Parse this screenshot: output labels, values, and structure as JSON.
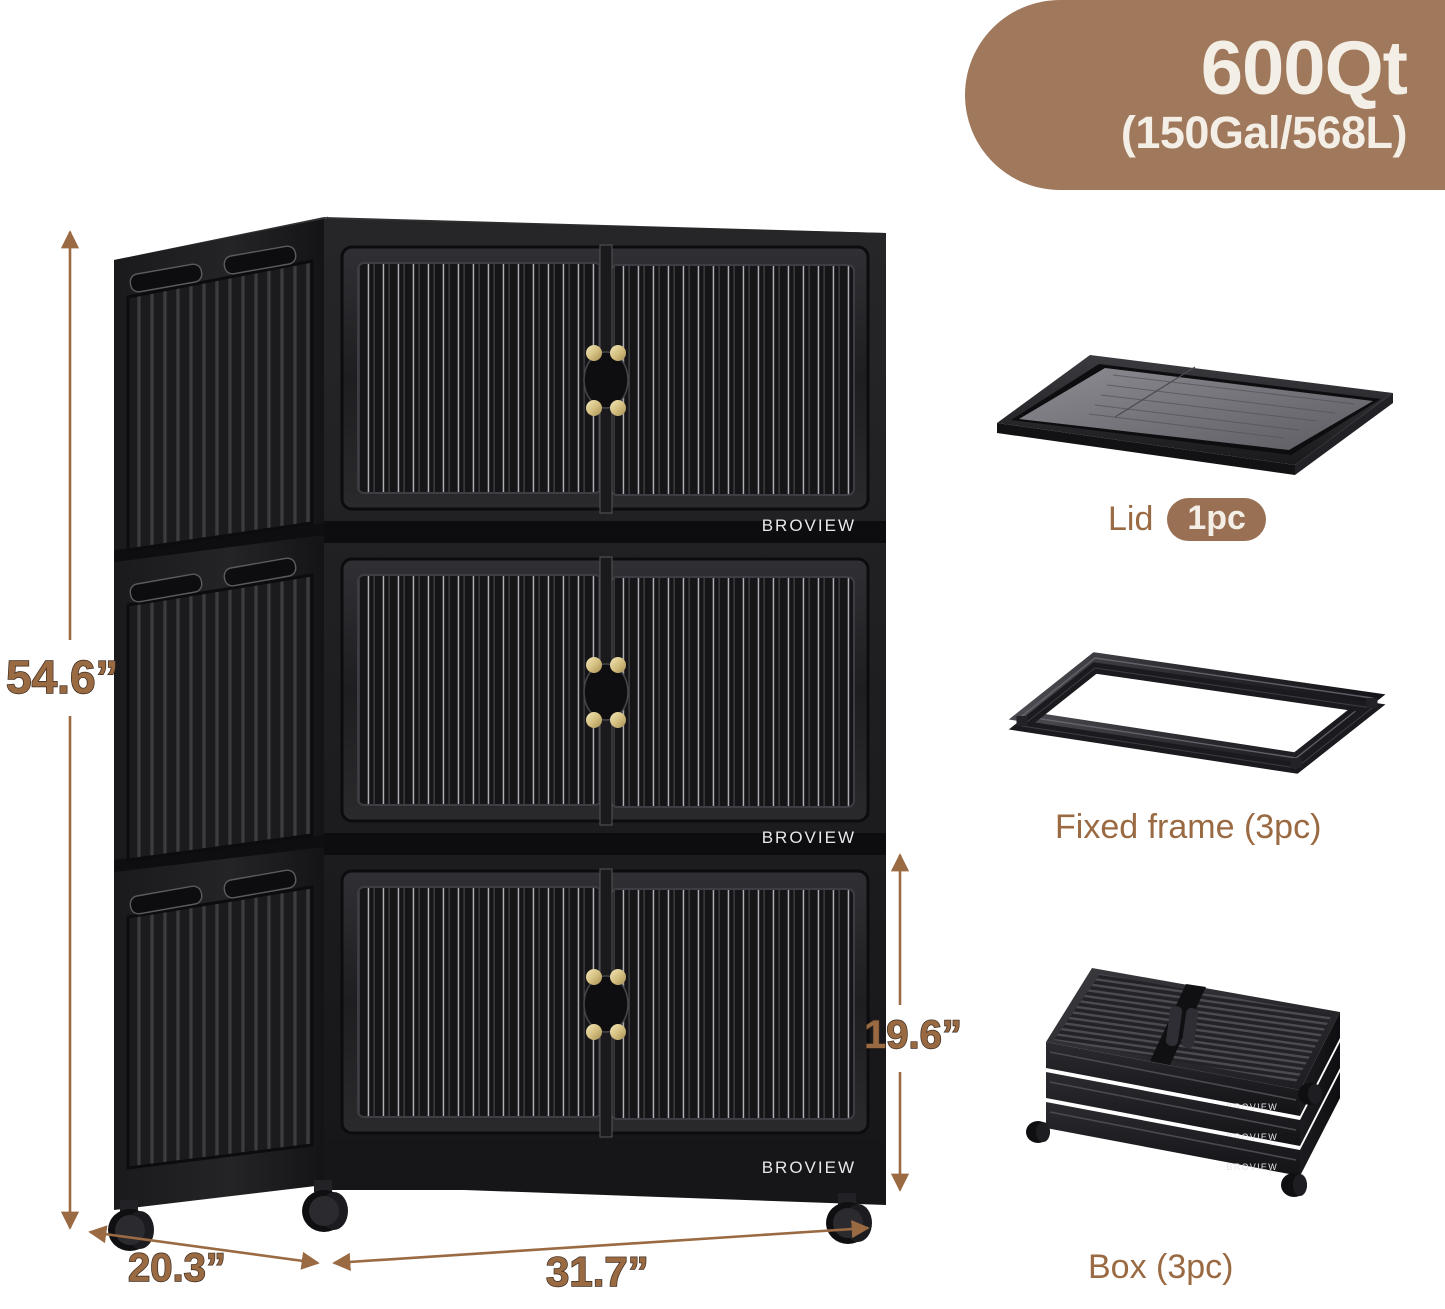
{
  "badge": {
    "capacity_qt": "600Qt",
    "capacity_alt": "(150Gal/568L)",
    "bg_color": "#a0785c",
    "text_color": "#f4efe6"
  },
  "dimensions": {
    "height": "54.6”",
    "depth": "20.3”",
    "width": "31.7”",
    "box_height": "19.6”",
    "label_color": "#9a6a43"
  },
  "product": {
    "brand": "BROVIEW",
    "tier_count": 3,
    "doors_per_tier": 2
  },
  "parts": [
    {
      "id": "lid",
      "name": "Lid",
      "count_label": "1pc",
      "count_style": "pill"
    },
    {
      "id": "frame",
      "name": "Fixed frame (3pc)",
      "count_label": "",
      "count_style": "inline"
    },
    {
      "id": "box",
      "name": "Box (3pc)",
      "count_label": "",
      "count_style": "inline"
    }
  ],
  "colors": {
    "brown": "#a0785c",
    "text_brown": "#9a6a43",
    "cream": "#f4efe6",
    "cabinet_dark": "#1d1d1f",
    "cabinet_mid": "#2b2b2e",
    "cabinet_light": "#3a3a3e",
    "brass": "#d9c487",
    "background": "#ffffff"
  },
  "icons": {
    "arrow": "double-arrow-icon",
    "caster": "caster-wheel-icon",
    "latch": "door-latch-icon"
  }
}
